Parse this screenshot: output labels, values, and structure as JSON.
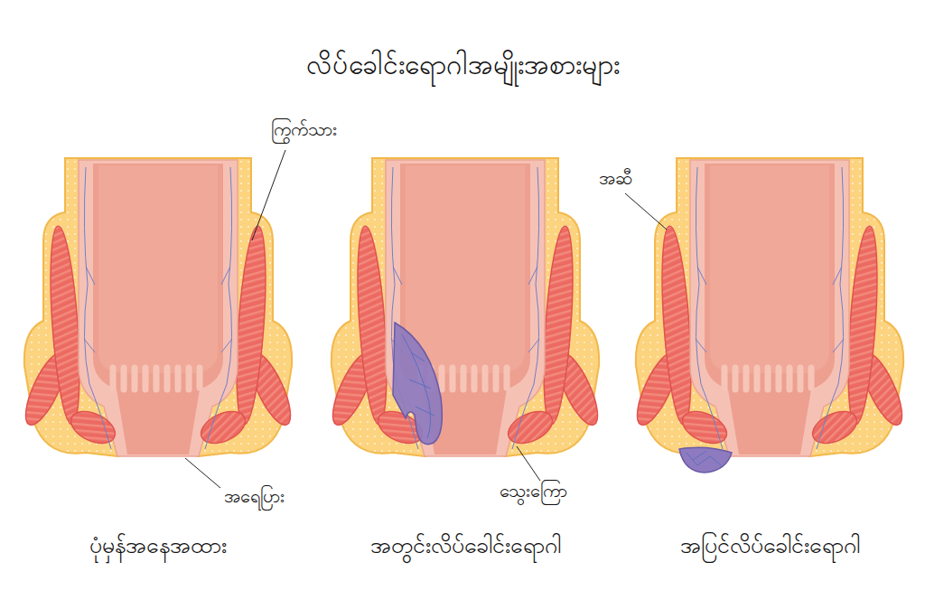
{
  "diagram": {
    "title": "လိပ်ခေါင်းရောဂါအမျိုးအစားများ",
    "labels": [
      "ကြွက်သား",
      "အဆီ",
      "အရေပြား",
      "သွေးကြော",
      "ပုံမှန်အနေအထား",
      "အတွင်းလိပ်ခေါင်းရောဂါ",
      "အပြင်လိပ်ခေါင်းရောဂါ"
    ]
  }
}
